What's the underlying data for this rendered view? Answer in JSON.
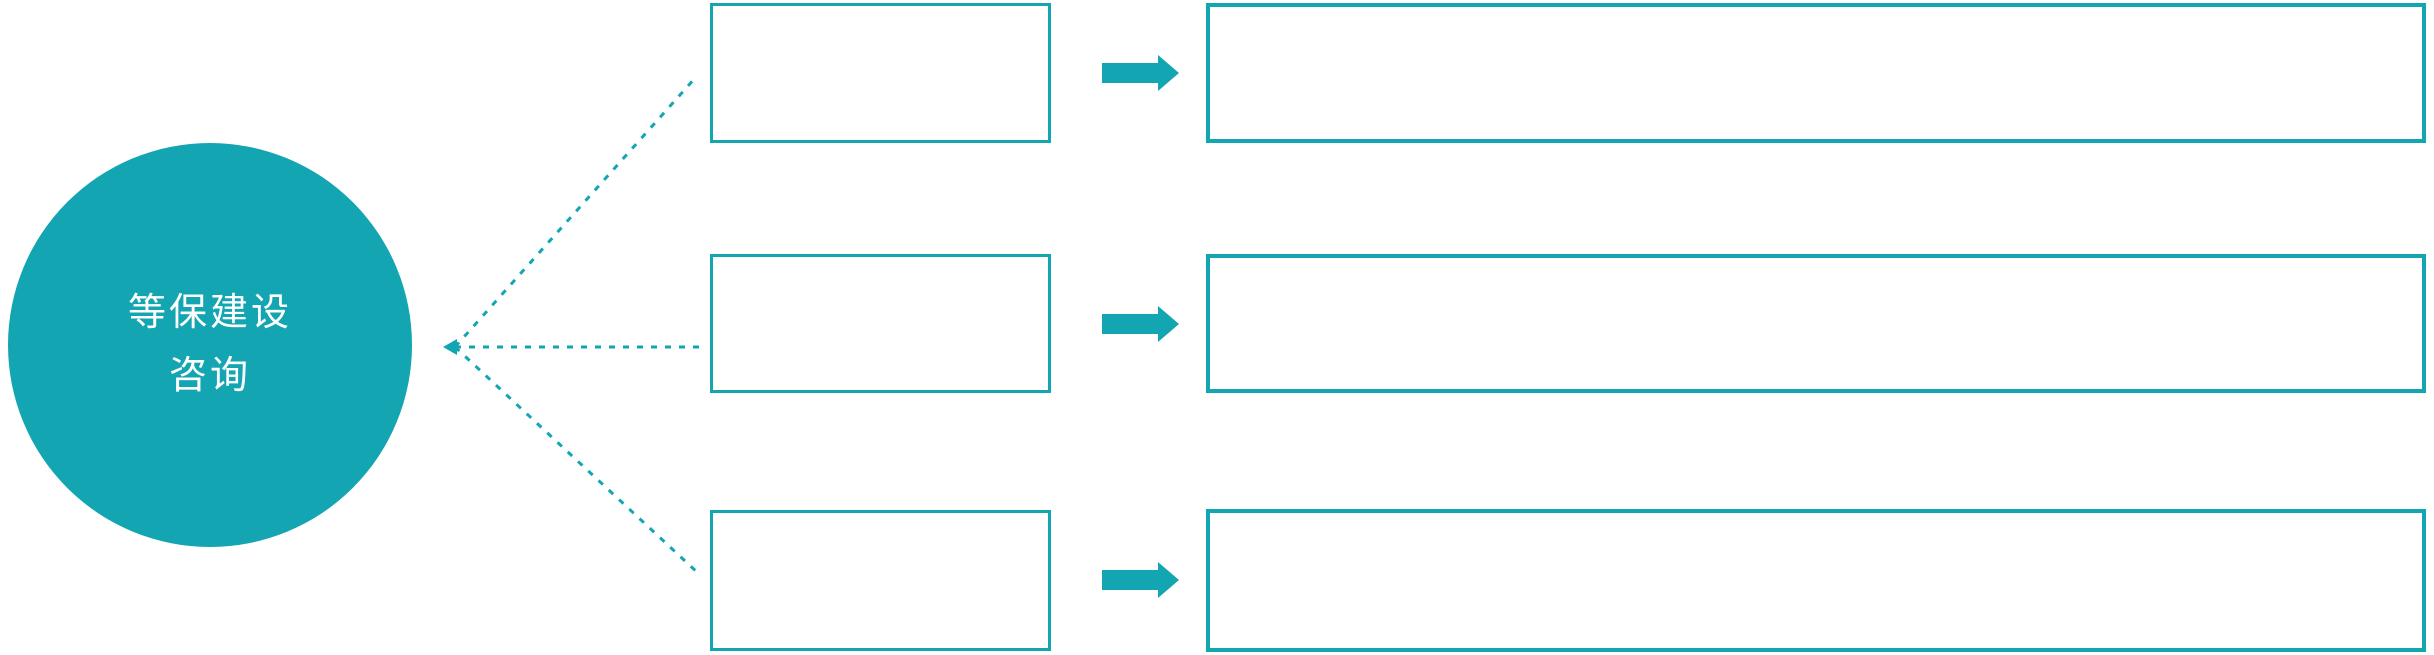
{
  "colors": {
    "accent": "#14a5b3",
    "background": "#ffffff",
    "hub_text": "#ffffff",
    "box_fill": "#ffffff"
  },
  "hub": {
    "label_line1": "等保建设",
    "label_line2": "咨询"
  },
  "branches": [
    {
      "stage_label": "",
      "detail_label": ""
    },
    {
      "stage_label": "",
      "detail_label": ""
    },
    {
      "stage_label": "",
      "detail_label": ""
    }
  ],
  "icons": {
    "hub_pointer": "left-arrowhead-icon",
    "branch_arrow": "right-block-arrow-icon",
    "connector_style": "dotted-line"
  }
}
